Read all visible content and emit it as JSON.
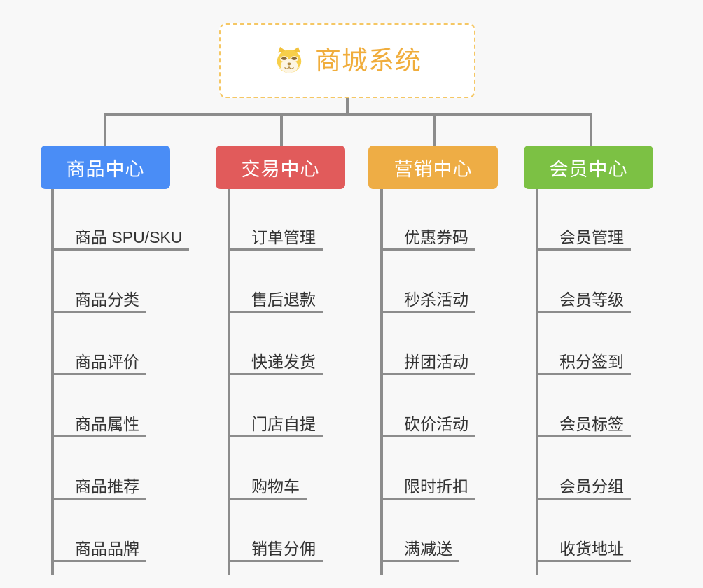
{
  "root": {
    "title": "商城系统",
    "icon": "shiba-dog-face-icon",
    "border_color": "#f5c764",
    "title_color": "#f0ad3c",
    "background": "#ffffff"
  },
  "canvas": {
    "background": "#f8f8f8",
    "connector_color": "#8c8c8c",
    "item_text_color": "#333333"
  },
  "columns": [
    {
      "header": "商品中心",
      "color": "#4a8df6",
      "items": [
        "商品 SPU/SKU",
        "商品分类",
        "商品评价",
        "商品属性",
        "商品推荐",
        "商品品牌"
      ]
    },
    {
      "header": "交易中心",
      "color": "#e15b5b",
      "items": [
        "订单管理",
        "售后退款",
        "快递发货",
        "门店自提",
        "购物车",
        "销售分佣"
      ]
    },
    {
      "header": "营销中心",
      "color": "#eead45",
      "items": [
        "优惠券码",
        "秒杀活动",
        "拼团活动",
        "砍价活动",
        "限时折扣",
        "满减送"
      ]
    },
    {
      "header": "会员中心",
      "color": "#7cc144",
      "items": [
        "会员管理",
        "会员等级",
        "积分签到",
        "会员标签",
        "会员分组",
        "收货地址"
      ]
    }
  ]
}
